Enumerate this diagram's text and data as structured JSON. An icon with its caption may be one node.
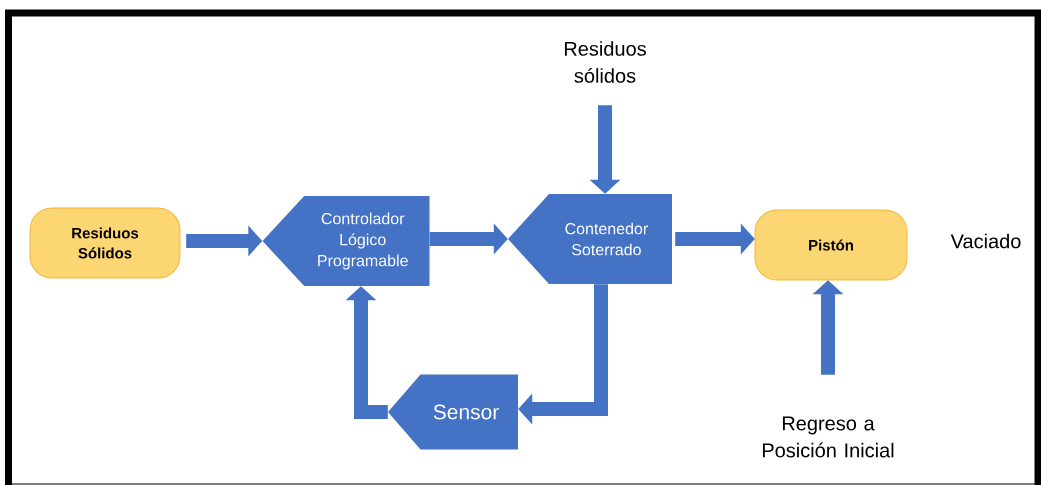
{
  "diagram": {
    "nodes": [
      {
        "text": [
          "Residuos Sólidos"
        ]
      },
      {
        "text": [
          "Controlador Lógico Programable"
        ]
      },
      {
        "text": [
          "Residuos sólidos"
        ]
      },
      {
        "text": [
          "Contenedor Soterrado"
        ]
      },
      {
        "text": [
          "Pistón"
        ]
      },
      {
        "text": [
          "Sensor"
        ]
      },
      {
        "text": [
          "Regreso a Posición Inicial"
        ]
      }
    ],
    "edges": [
      {
        "from": 0,
        "to": 1,
        "arrow": "to"
      },
      {
        "from": 1,
        "to": 3,
        "arrow": "to"
      },
      {
        "from": 2,
        "to": 3,
        "arrow": "to"
      },
      {
        "from": 3,
        "to": 4,
        "arrow": "to"
      },
      {
        "from": 3,
        "to": 5,
        "arrow": "to"
      },
      {
        "from": 5,
        "to": 1,
        "arrow": "to"
      },
      {
        "from": 6,
        "to": 4,
        "arrow": "to"
      }
    ],
    "labels": [
      "Vaciado"
    ]
  }
}
